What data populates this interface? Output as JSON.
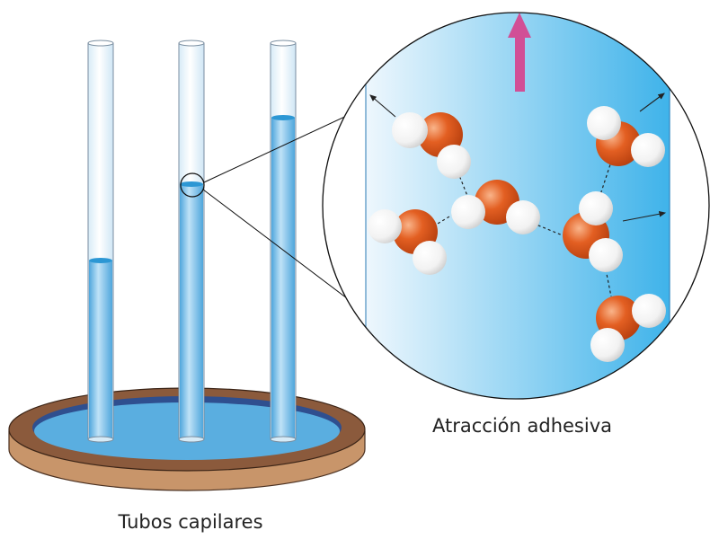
{
  "labels": {
    "capillary_tubes": "Tubos capilares",
    "adhesive_attraction": "Atracción adhesiva"
  },
  "colors": {
    "water": "#5aaee0",
    "water_dark": "#2f4f8f",
    "dish_rim": "#8b5a3c",
    "dish_base": "#c8956a",
    "oxygen": "#e05a1e",
    "hydrogen": "#ffffff",
    "up_arrow": "#d14f96"
  },
  "tubes": [
    {
      "name": "tube-left",
      "water_level_fraction": 0.47
    },
    {
      "name": "tube-middle",
      "water_level_fraction": 0.66
    },
    {
      "name": "tube-right",
      "water_level_fraction": 0.82
    }
  ],
  "icons": {
    "magnifier": "magnifier-circle-icon",
    "up_arrow": "up-arrow-icon"
  }
}
